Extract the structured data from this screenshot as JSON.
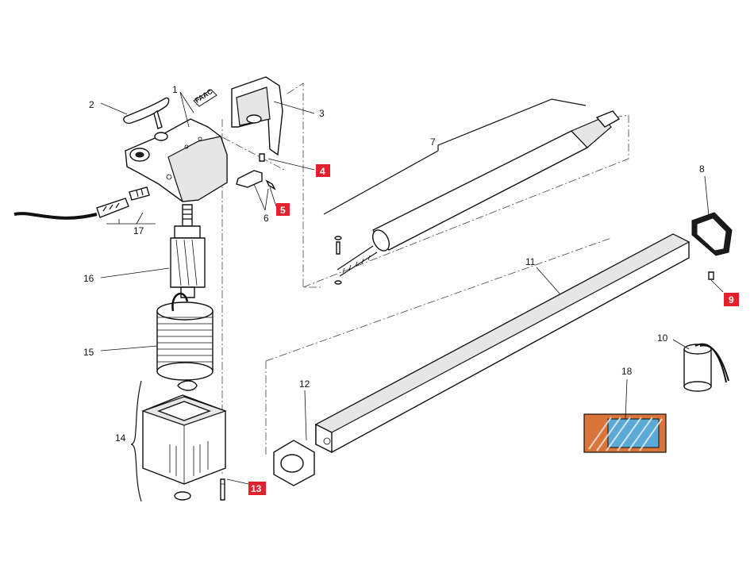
{
  "colors": {
    "highlight": "#e3202b",
    "line": "#111111",
    "pad_orange": "#d9743a",
    "pad_blue": "#5aa9d6"
  },
  "brand_mark": "FAAC",
  "labels": {
    "p1": "1",
    "p2": "2",
    "p3": "3",
    "p4": "4",
    "p5": "5",
    "p6": "6",
    "p7": "7",
    "p8": "8",
    "p9": "9",
    "p10": "10",
    "p11": "11",
    "p12": "12",
    "p13": "13",
    "p14": "14",
    "p15": "15",
    "p16": "16",
    "p17": "17",
    "p18": "18"
  },
  "highlighted_parts": [
    "4",
    "5",
    "9",
    "13"
  ]
}
